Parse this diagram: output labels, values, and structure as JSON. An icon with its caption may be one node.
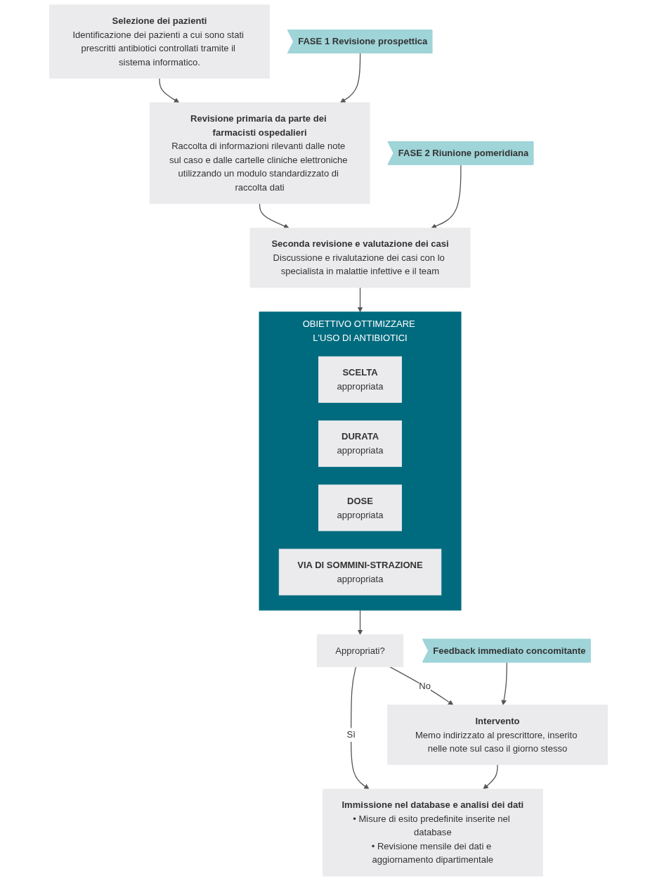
{
  "diagram": {
    "nodes": [
      {
        "text": [
          "Selezione dei pazienti",
          "Identificazione dei pazienti a cui sono stati prescritti antibiotici controllati tramite il sistema informatico."
        ]
      },
      {
        "text": [
          "Revisione primaria da parte dei farmacisti ospedalieri",
          "Raccolta di informazioni rilevanti dalle note sul caso e dalle cartelle cliniche elettroniche utilizzando un modulo standardizzato di raccolta dati"
        ]
      },
      {
        "text": [
          "FASE 1 Revisione prospettica"
        ]
      },
      {
        "text": [
          "Seconda revisione e valutazione dei casi",
          "Discussione e rivalutazione dei casi con lo specialista in malattie infettive e il team"
        ]
      },
      {
        "text": [
          "FASE 2 Riunione pomeridiana"
        ]
      },
      {
        "text": [
          "OBIETTIVO OTTIMIZZARE L'USO DI ANTIBIOTICI"
        ]
      },
      {
        "text": [
          "SCELTA",
          "appropriata"
        ],
        "in": 5
      },
      {
        "text": [
          "DURATA",
          "appropriata"
        ],
        "in": 5
      },
      {
        "text": [
          "DOSE",
          "appropriata"
        ],
        "in": 5
      },
      {
        "text": [
          "VIA DI SOMMINI-STRAZIONE",
          "appropriata"
        ],
        "in": 5
      },
      {
        "text": [
          "Appropriati?"
        ]
      },
      {
        "text": [
          "Intervento",
          "Memo indirizzato al prescrittore, inserito nelle note sul caso il giorno stesso"
        ]
      },
      {
        "text": [
          "Feedback immediato concomitante"
        ]
      },
      {
        "text": [
          "Immissione nel database e analisi dei dati",
          "• Misure di esito predefinite inserite nel database",
          "• Revisione mensile dei dati e aggiornamento dipartimentale"
        ]
      }
    ],
    "edges": [
      {
        "from": 0,
        "to": 1,
        "arrow": "to"
      },
      {
        "from": 2,
        "to": 1,
        "arrow": "to"
      },
      {
        "from": 1,
        "to": 3,
        "arrow": "to"
      },
      {
        "from": 4,
        "to": 3,
        "arrow": "to"
      },
      {
        "from": 3,
        "to": 5,
        "arrow": "to"
      },
      {
        "from": 5,
        "to": 10,
        "arrow": "to"
      },
      {
        "from": 10,
        "to": 11,
        "label": "No",
        "arrow": "to"
      },
      {
        "from": 10,
        "to": 13,
        "label": "Sì",
        "arrow": "to"
      },
      {
        "from": 12,
        "to": 11,
        "arrow": "to"
      },
      {
        "from": 11,
        "to": 13,
        "arrow": "to"
      }
    ]
  }
}
